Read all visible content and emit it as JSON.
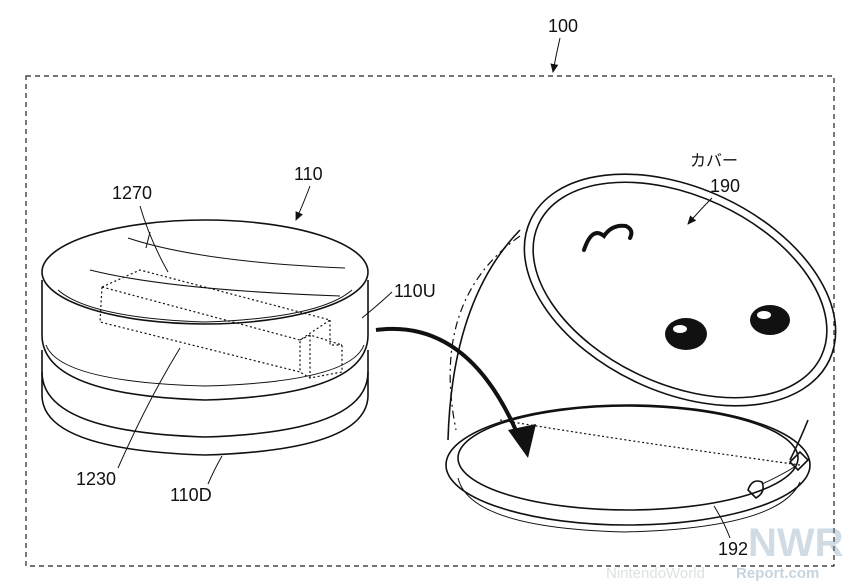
{
  "labels": {
    "system": "100",
    "device": "110",
    "device_upper": "110U",
    "device_lower": "110D",
    "inner_part": "1270",
    "inner_module": "1230",
    "cover_name": "カバー",
    "cover": "190",
    "cover_rim": "192"
  },
  "watermark": {
    "brand_letters": "NWR",
    "site_left": "NintendoWorld",
    "site_right": "Report.com"
  }
}
